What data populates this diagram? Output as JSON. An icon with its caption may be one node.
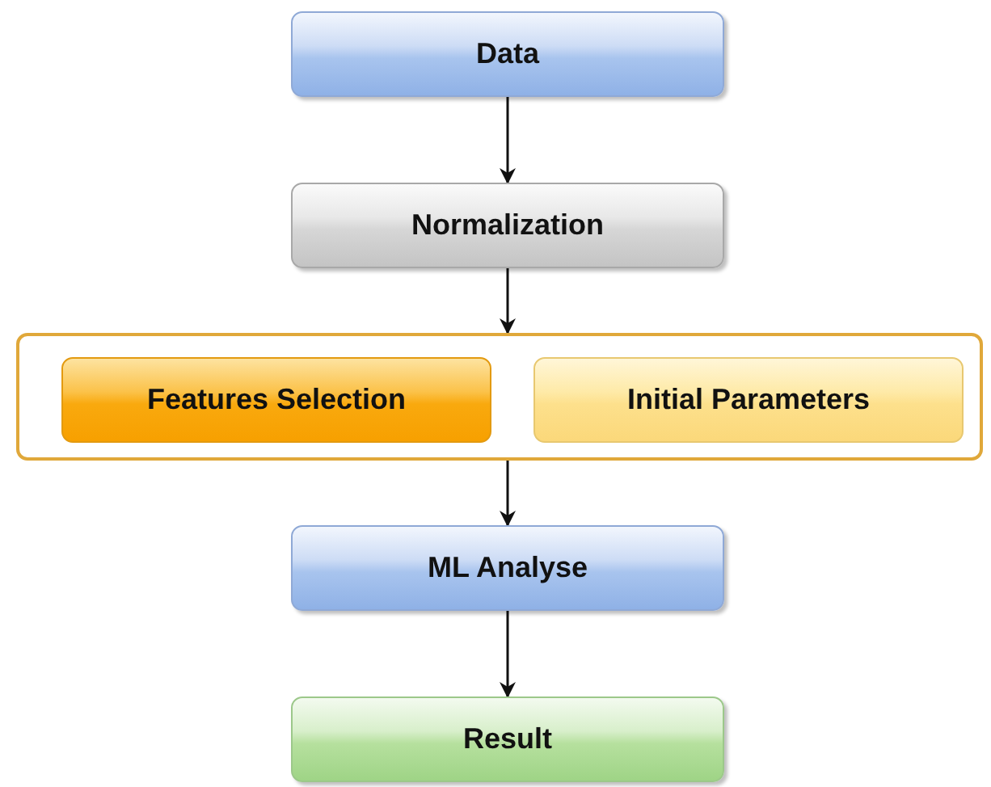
{
  "diagram": {
    "nodes": [
      {
        "text": [
          "Data"
        ]
      },
      {
        "text": [
          "Normalization"
        ]
      },
      {
        "text": [],
        "shape": "box"
      },
      {
        "text": [
          "Features Selection"
        ],
        "in": 2
      },
      {
        "text": [
          "Initial Parameters"
        ],
        "in": 2
      },
      {
        "text": [
          "ML Analyse"
        ]
      },
      {
        "text": [
          "Result"
        ]
      }
    ],
    "edges": [
      {
        "from": 0,
        "to": 1,
        "arrow": "to"
      },
      {
        "from": 1,
        "to": 2,
        "arrow": "to"
      },
      {
        "from": 2,
        "to": 5,
        "arrow": "to"
      },
      {
        "from": 5,
        "to": 6,
        "arrow": "to"
      }
    ]
  }
}
